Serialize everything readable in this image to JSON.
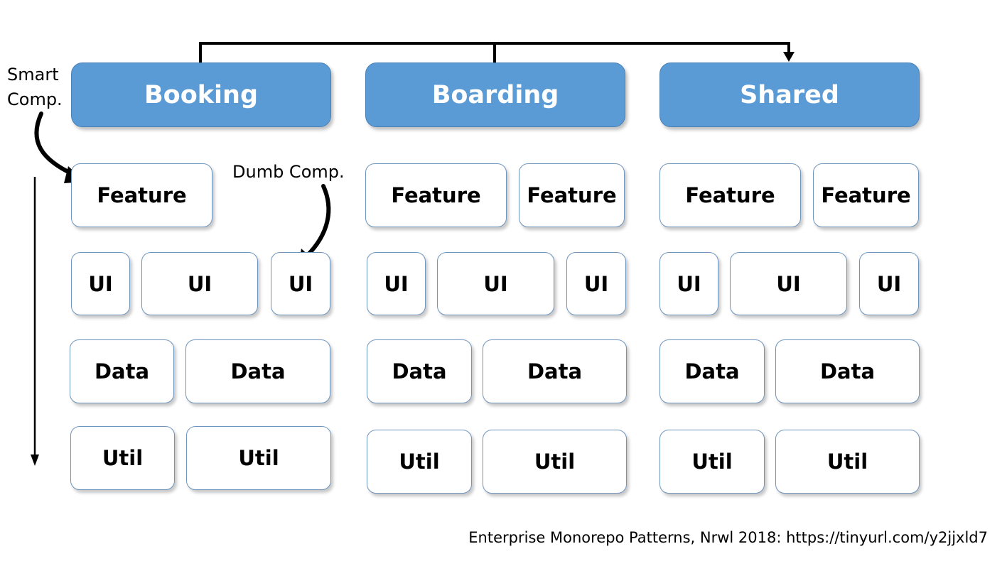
{
  "headers": {
    "booking": "Booking",
    "boarding": "Boarding",
    "shared": "Shared"
  },
  "labels": {
    "feature": "Feature",
    "ui": "UI",
    "data": "Data",
    "util": "Util"
  },
  "annotations": {
    "smart_line1": "Smart",
    "smart_line2": "Comp.",
    "dumb": "Dumb Comp."
  },
  "footer": {
    "source": "Enterprise  Monorepo  Patterns, Nrwl 2018: https://tinyurl.com/y2jjxld7"
  },
  "colors": {
    "header_fill": "#5b9bd5",
    "box_border": "#6f95bf"
  }
}
